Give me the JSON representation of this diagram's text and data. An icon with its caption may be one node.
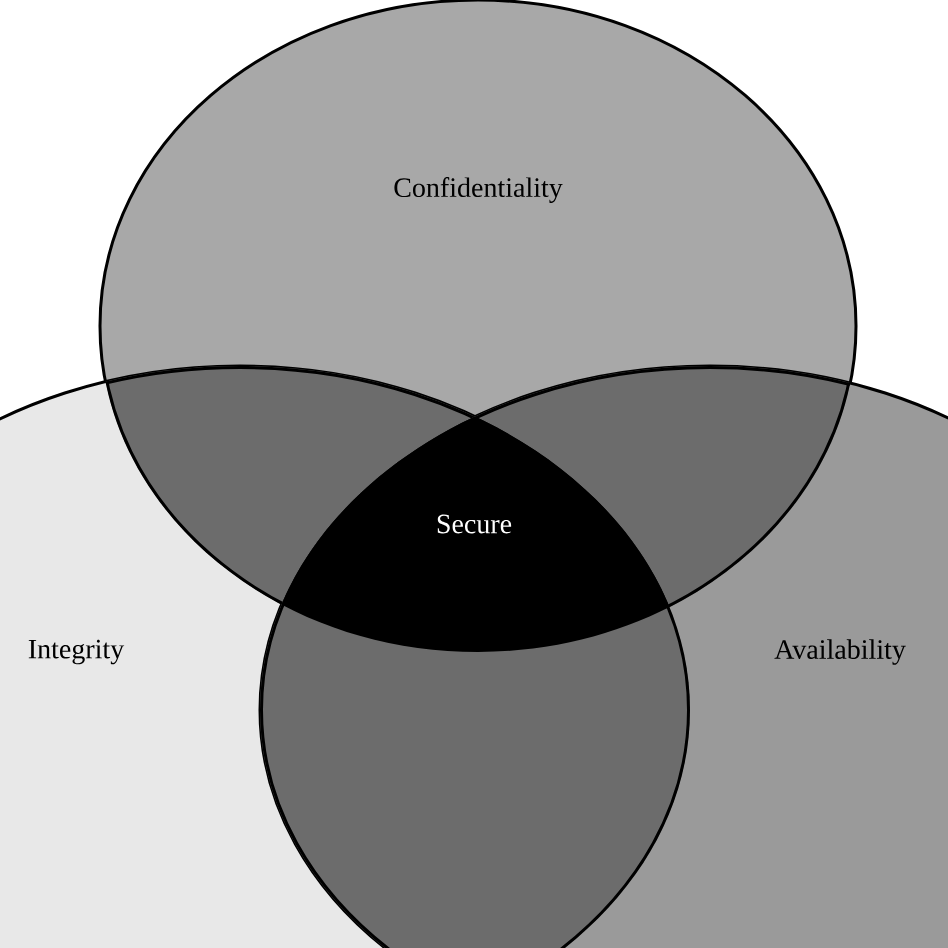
{
  "diagram": {
    "nodes": [
      {
        "text": [
          "Confidentiality"
        ]
      },
      {
        "text": [
          "Integrity"
        ]
      },
      {
        "text": [
          "Availability"
        ]
      }
    ],
    "labels": [
      "Secure"
    ]
  }
}
